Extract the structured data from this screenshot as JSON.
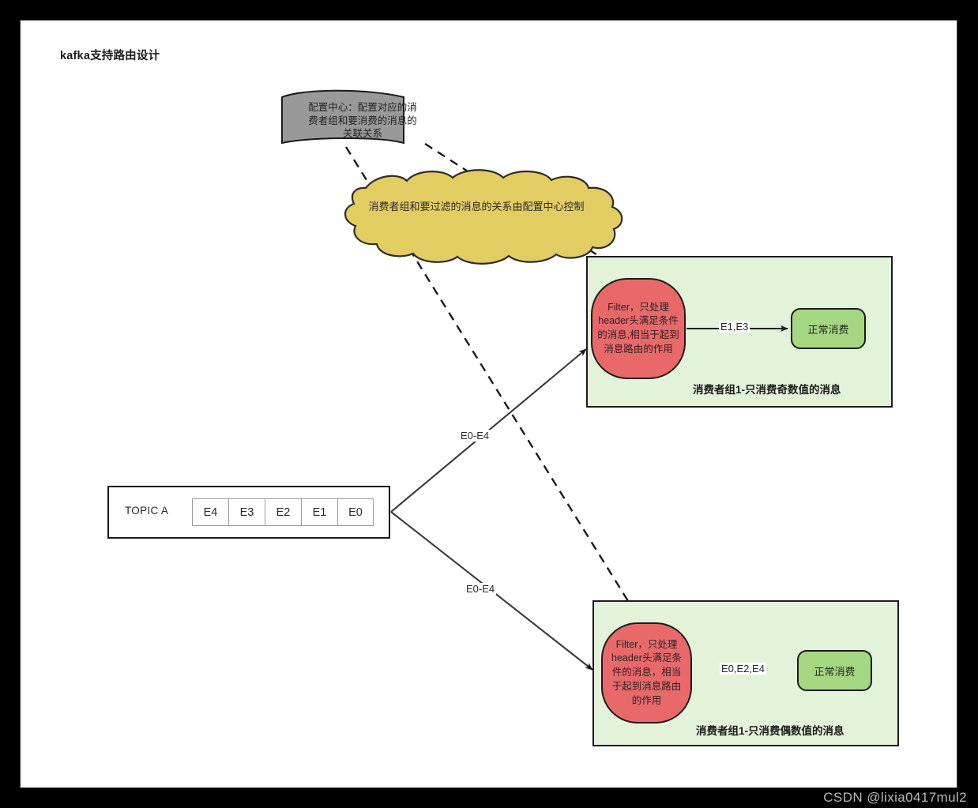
{
  "diagram": {
    "title": "kafka支持路由设计",
    "config_center": {
      "label": "配置中心：配置对应的消费者组和要消费的消息的关联关系"
    },
    "cloud": {
      "label": "消费者组和要过滤的消息的关系由配置中心控制"
    },
    "topic": {
      "name": "TOPIC A",
      "messages": [
        "E4",
        "E3",
        "E2",
        "E1",
        "E0"
      ]
    },
    "flow_labels": {
      "to_group_top": "E0-E4",
      "to_group_bottom": "E0-E4"
    },
    "groups": [
      {
        "id": "group-top",
        "filter_label": "Filter，只处理header头满足条件的消息,相当于起到消息路由的作用",
        "edge_label": "E1,E3",
        "consume_label": "正常消费",
        "caption": "消费者组1-只消费奇数值的消息"
      },
      {
        "id": "group-bottom",
        "filter_label": "Filter，只处理header头满足条件的消息，相当于起到消息路由的作用",
        "edge_label": "E0,E2,E4",
        "consume_label": "正常消费",
        "caption": "消费者组1-只消费偶数值的消息"
      }
    ],
    "watermark": "CSDN @lixia0417mul2",
    "colors": {
      "canvas": "#ffffff",
      "page_background": "#000000",
      "config_center_fill": "#999999",
      "cloud_fill": "#e2cd62",
      "group_panel_fill": "#e3f3da",
      "filter_fill": "#e9696b",
      "consume_fill": "#a5d783",
      "stroke": "#1b1b1b"
    }
  }
}
